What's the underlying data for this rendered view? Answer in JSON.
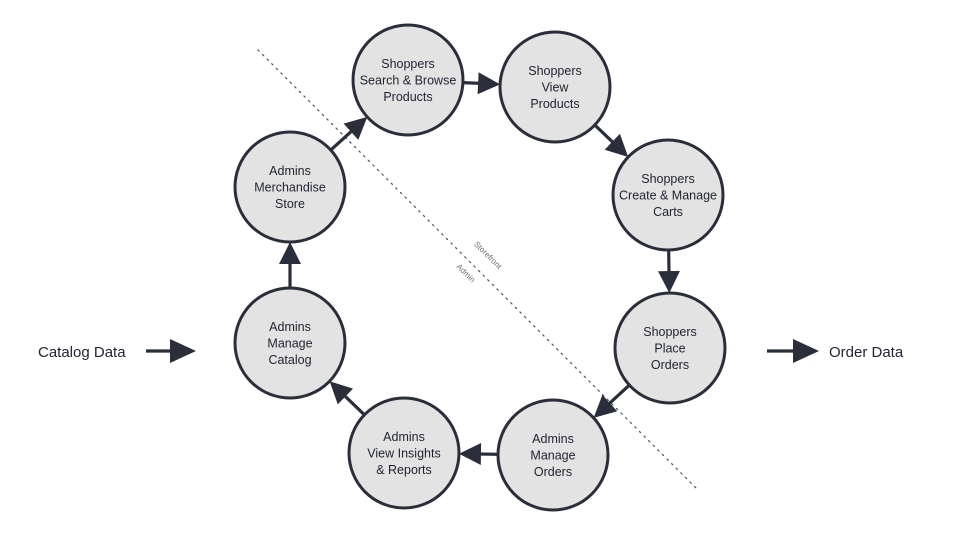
{
  "nodes": [
    {
      "id": "search",
      "lines": [
        "Shoppers",
        "Search & Browse",
        "Products"
      ]
    },
    {
      "id": "view",
      "lines": [
        "Shoppers",
        "View",
        "Products"
      ]
    },
    {
      "id": "carts",
      "lines": [
        "Shoppers",
        "Create & Manage",
        "Carts"
      ]
    },
    {
      "id": "place",
      "lines": [
        "Shoppers",
        "Place",
        "Orders"
      ]
    },
    {
      "id": "orders",
      "lines": [
        "Admins",
        "Manage",
        "Orders"
      ]
    },
    {
      "id": "insights",
      "lines": [
        "Admins",
        "View Insights",
        "& Reports"
      ]
    },
    {
      "id": "catalog",
      "lines": [
        "Admins",
        "Manage",
        "Catalog"
      ]
    },
    {
      "id": "merch",
      "lines": [
        "Admins",
        "Merchandise",
        "Store"
      ]
    }
  ],
  "edges": [
    {
      "from": "search",
      "to": "view"
    },
    {
      "from": "view",
      "to": "carts"
    },
    {
      "from": "carts",
      "to": "place"
    },
    {
      "from": "place",
      "to": "orders"
    },
    {
      "from": "orders",
      "to": "insights"
    },
    {
      "from": "insights",
      "to": "catalog"
    },
    {
      "from": "catalog",
      "to": "merch"
    },
    {
      "from": "merch",
      "to": "search"
    }
  ],
  "inputs": {
    "label": "Catalog Data"
  },
  "outputs": {
    "label": "Order Data"
  },
  "regions": {
    "upper": "Storefront",
    "lower": "Admin"
  }
}
